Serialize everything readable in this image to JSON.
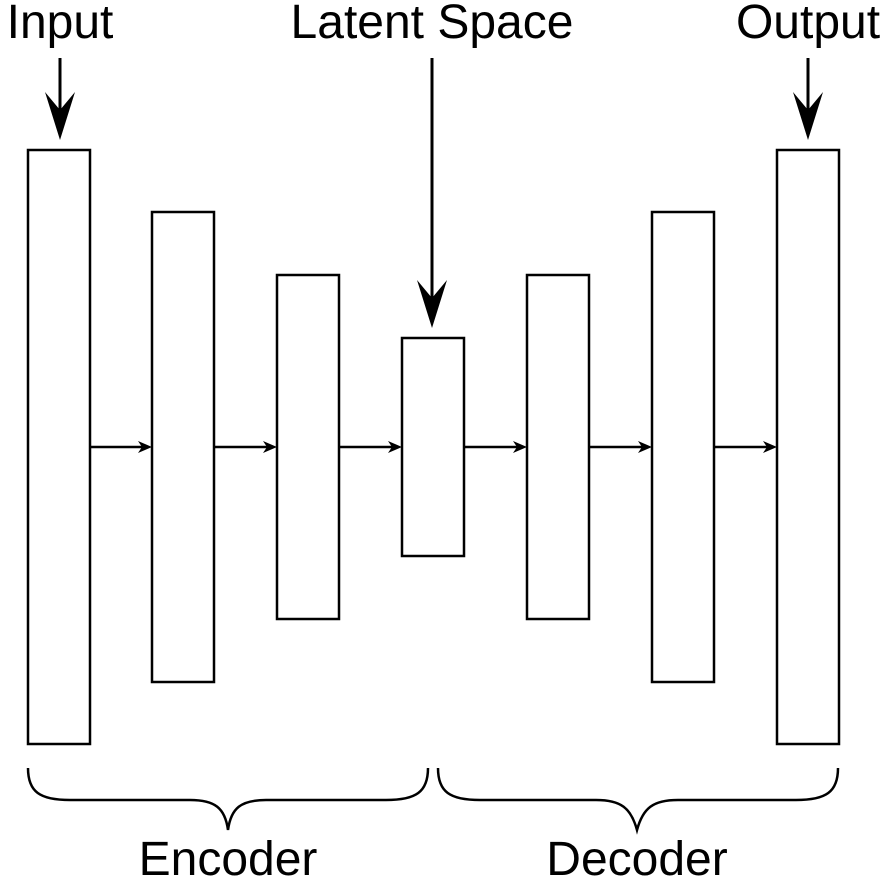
{
  "labels": {
    "input": "Input",
    "latent": "Latent Space",
    "output": "Output",
    "encoder": "Encoder",
    "decoder": "Decoder"
  },
  "layers": [
    {
      "name": "input-layer",
      "role": "input"
    },
    {
      "name": "encoder-layer-1",
      "role": "encoder"
    },
    {
      "name": "encoder-layer-2",
      "role": "encoder"
    },
    {
      "name": "latent-layer",
      "role": "latent"
    },
    {
      "name": "decoder-layer-1",
      "role": "decoder"
    },
    {
      "name": "decoder-layer-2",
      "role": "decoder"
    },
    {
      "name": "output-layer",
      "role": "output"
    }
  ],
  "colors": {
    "stroke": "#000000",
    "fill": "#ffffff",
    "background": "#ffffff"
  }
}
